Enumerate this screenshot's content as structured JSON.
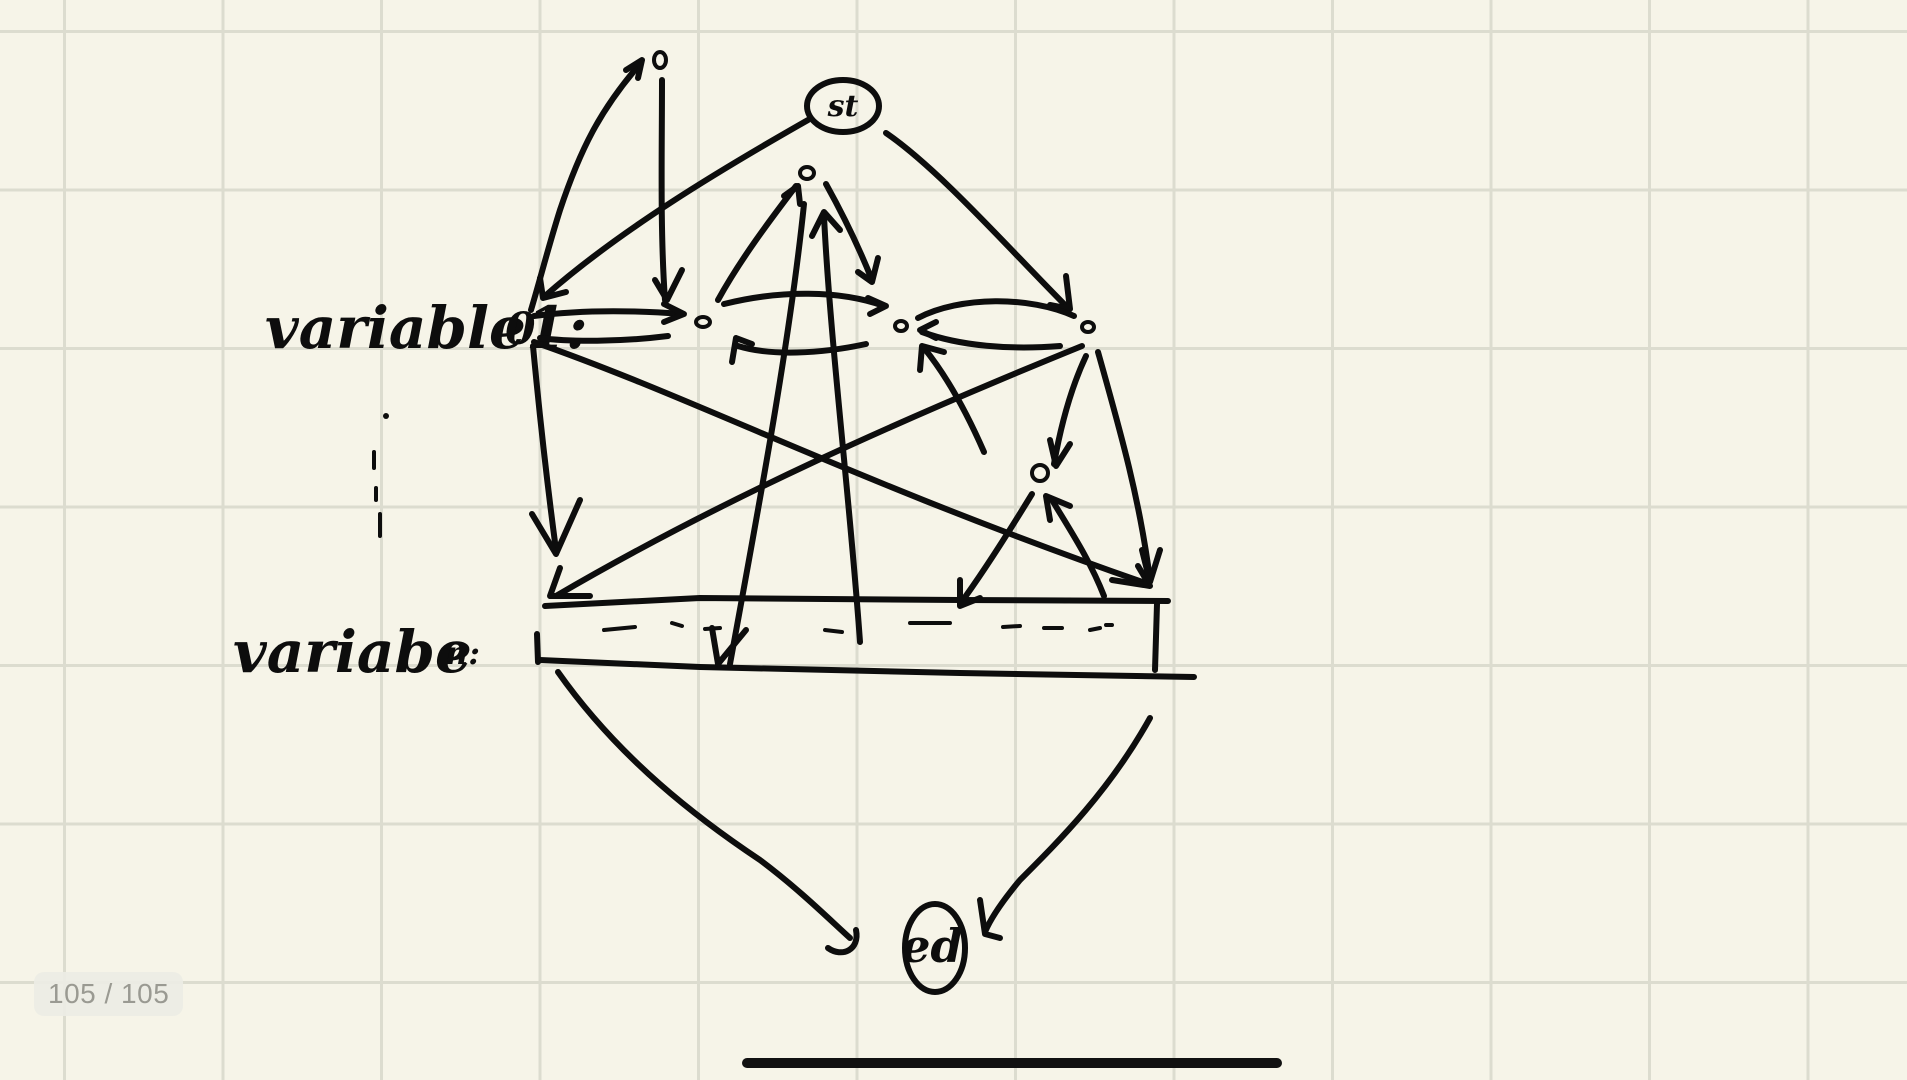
{
  "canvas": {
    "background_color": "#f6f4e8",
    "grid_color": "#dcdccf",
    "ink_color": "#0d0d0d"
  },
  "diagram": {
    "start_node": "st",
    "end_node": "ed",
    "row1_label": "variable1:",
    "row1_first_node": "0",
    "row2_label": "variabe",
    "row2_suffix": "n:",
    "top_left_node": "0",
    "center_top_node": "0",
    "lower_right_node": "0"
  },
  "pager": {
    "text": "105 / 105"
  }
}
